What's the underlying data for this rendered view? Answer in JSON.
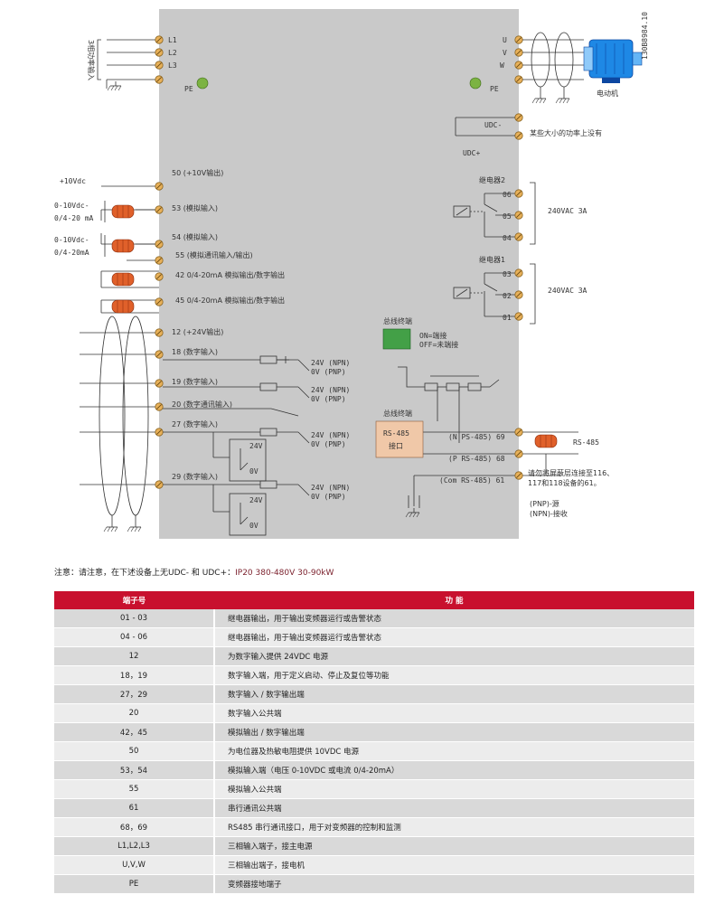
{
  "diagram": {
    "doc_code": "130B8984.10",
    "supply_label": "3相功率输入",
    "left_terms": [
      "L1",
      "L2",
      "L3",
      "PE"
    ],
    "right_terms": [
      "U",
      "V",
      "W",
      "PE"
    ],
    "motor": "电动机",
    "udc_minus": "UDC-",
    "udc_plus": "UDC+",
    "udc_note": "某些大小的功率上没有",
    "relay2": "继电器2",
    "relay1": "继电器1",
    "relay2_terms": [
      "06",
      "05",
      "04"
    ],
    "relay1_terms": [
      "03",
      "02",
      "01"
    ],
    "relay_rating": "240VAC 3A",
    "plus10": "+10Vdc",
    "range_a": "0-10Vdc-",
    "range_b": "0/4-20 mA",
    "range_c": "0-10Vdc-",
    "range_d": "0/4-20mA",
    "t50": "50 (+10V输出)",
    "t53": "53 (模拟输入)",
    "t54": "54 (模拟输入)",
    "t55": "55 (模拟通讯输入/输出)",
    "t42": "42 0/4-20mA 模拟输出/数字输出",
    "t45": "45 0/4-20mA 模拟输出/数字输出",
    "t12": "12 (+24V输出)",
    "t18": "18 (数字输入)",
    "t19": "19 (数字输入)",
    "t20": "20 (数字通讯输入)",
    "t27": "27 (数字输入)",
    "t29": "29 (数字输入)",
    "npn": "24V (NPN)",
    "pnp": "0V (PNP)",
    "v24": "24V",
    "v0": "0V",
    "bus_term": "总线终端",
    "on_off": [
      "ON=端接",
      "OFF=未端接"
    ],
    "rs485_box": [
      "RS-485",
      "接口"
    ],
    "t69": "(N PS-485) 69",
    "t68": "(P RS-485) 68",
    "t61": "(Com RS-485) 61",
    "rs485": "RS-485",
    "shield_note": [
      "请勿将屏蔽层连接至116、",
      "117和118设备的61。"
    ],
    "pnp_note": [
      "(PNP)-源",
      "(NPN)-接收"
    ]
  },
  "note": {
    "prefix": "注意：请注意，在下述设备上无UDC- 和 UDC+：",
    "highlight": "IP20 380-480V 30-90kW"
  },
  "table": {
    "headers": [
      "端子号",
      "功 能"
    ],
    "rows": [
      [
        "01 - 03",
        "继电器输出，用于输出变频器运行或告警状态"
      ],
      [
        "04 - 06",
        "继电器输出，用于输出变频器运行或告警状态"
      ],
      [
        "12",
        "为数字输入提供 24VDC 电源"
      ],
      [
        "18，19",
        "数字输入端，用于定义启动、停止及复位等功能"
      ],
      [
        "27，29",
        "数字输入 / 数字输出端"
      ],
      [
        "20",
        "数字输入公共端"
      ],
      [
        "42，45",
        "模拟输出 / 数字输出端"
      ],
      [
        "50",
        "为电位器及热敏电阻提供 10VDC 电源"
      ],
      [
        "53，54",
        "模拟输入端（电压 0-10VDC 或电流 0/4-20mA）"
      ],
      [
        "55",
        "模拟输入公共端"
      ],
      [
        "61",
        "串行通讯公共端"
      ],
      [
        "68，69",
        "RS485 串行通讯接口，用于对变频器的控制和监测"
      ],
      [
        "L1,L2,L3",
        "三相输入端子，接主电源"
      ],
      [
        "U,V,W",
        "三相输出端子，接电机"
      ],
      [
        "PE",
        "变频器接地端子"
      ]
    ]
  }
}
